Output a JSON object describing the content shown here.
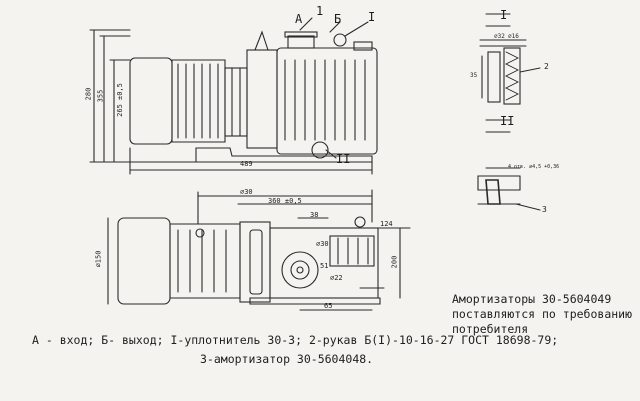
{
  "views": {
    "front_labels": {
      "a": "А",
      "b": "Б",
      "one": "I",
      "two": "II",
      "ref_1": "1"
    },
    "detail_I": {
      "roman": "I",
      "ref_2": "2",
      "dim_top_left": "⌀32",
      "dim_top_right": "⌀16",
      "dim_side": "35"
    },
    "detail_II": {
      "roman": "II",
      "ref_3": "3",
      "dim_top": "4 отв. ⌀4,5 +0,36"
    },
    "front_dims": {
      "bottom": "489",
      "left_1": "280",
      "left_2": "355",
      "left_3": "265 ±0,5"
    },
    "top_view_dims": {
      "top_1": "⌀30",
      "top_2": "360 ±0,5",
      "right_1": "124",
      "mid_1": "38",
      "left_1": "⌀150",
      "center_1": "51",
      "small_1": "⌀30",
      "small_2": "⌀22",
      "bottom_1": "65",
      "right_2": "200"
    }
  },
  "note": {
    "line1": "Амортизаторы 30-5604049",
    "line2": "поставляются по требованию",
    "line3": "потребителя"
  },
  "legend": {
    "line1": "А - вход; Б- выход; I-уплотнитель 30-3; 2-рукав Б(I)-10-16-27 ГОСТ 18698-79;",
    "line2": "3-амортизатор 30-5604048."
  }
}
